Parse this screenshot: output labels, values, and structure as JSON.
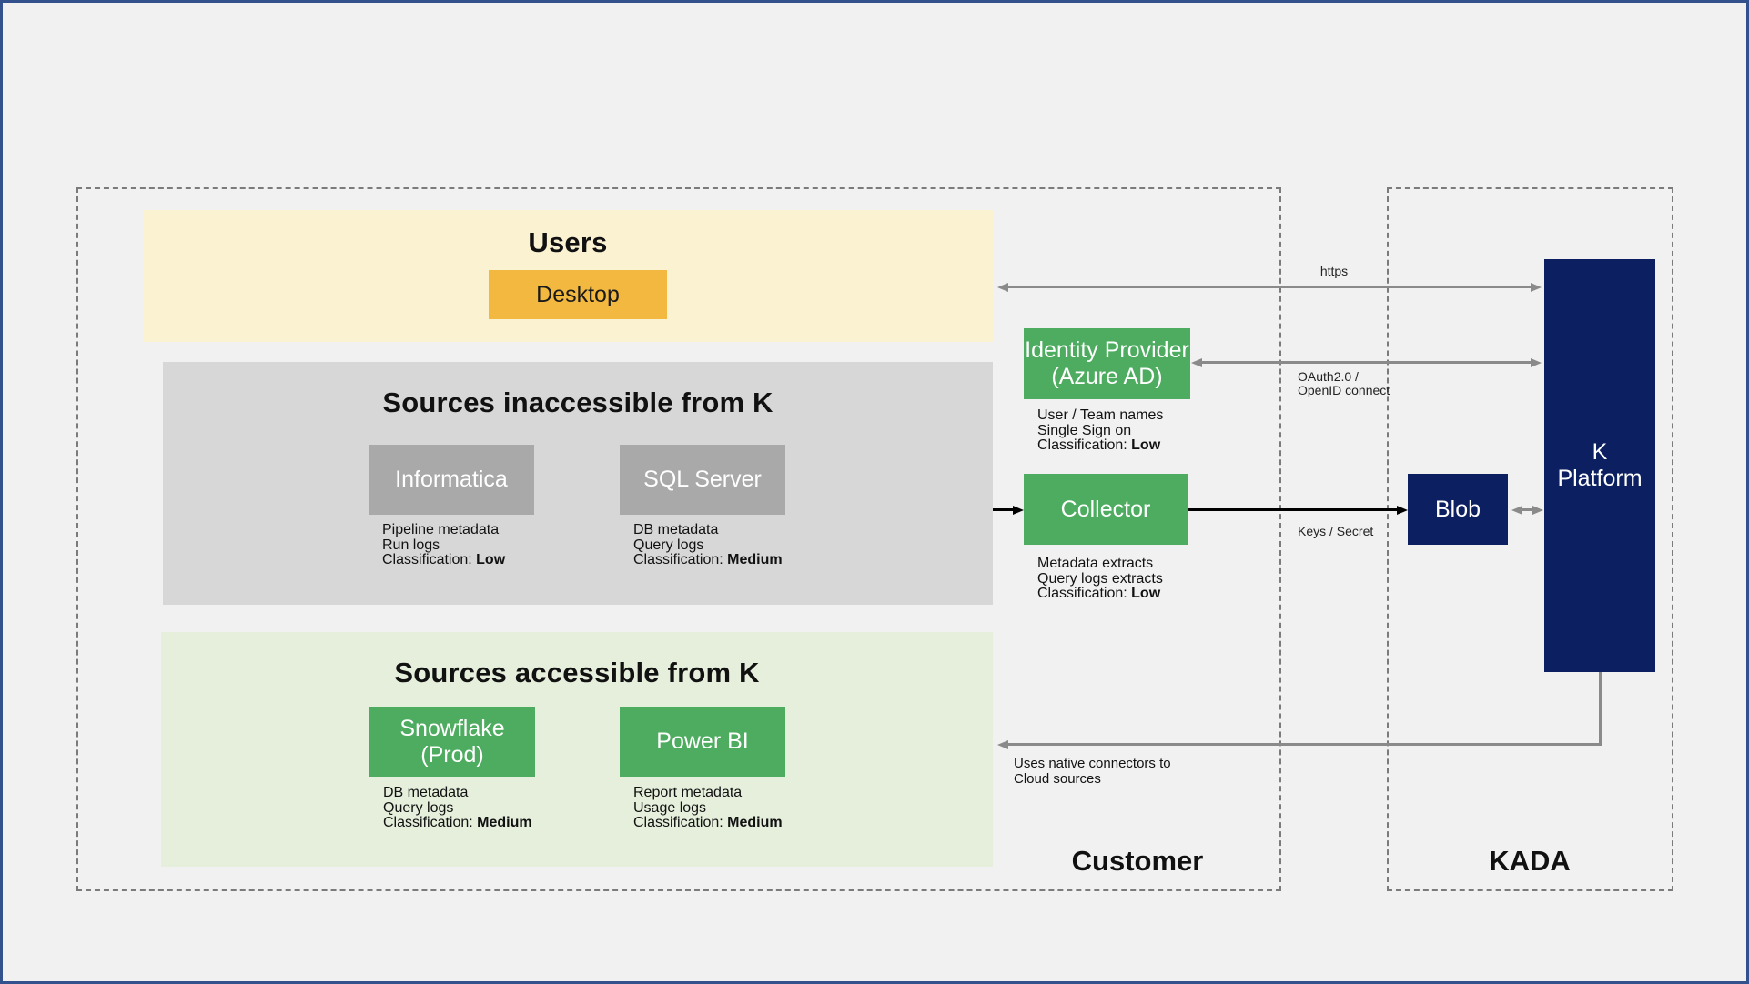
{
  "colors": {
    "canvas_bg": "#F1F1F1",
    "frame_blue": "#33518C",
    "users_band": "#FBF2D1",
    "desktop_orange": "#F2B83F",
    "gray_band": "#D7D7D7",
    "gray_box": "#A9A9A9",
    "green_band": "#E5EFDC",
    "green_box": "#4DAC5F",
    "navy_box": "#0C2061",
    "arrow_gray": "#8A8A8A",
    "arrow_black": "#000000",
    "dashed_border": "#7B7B7B"
  },
  "regions": {
    "customer": "Customer",
    "kada": "KADA"
  },
  "users": {
    "title": "Users",
    "desktop": "Desktop"
  },
  "inaccessible": {
    "title": "Sources inaccessible from K",
    "informatica": {
      "name": "Informatica",
      "line1": "Pipeline metadata",
      "line2": "Run logs",
      "class_label": "Classification: ",
      "class_value": "Low"
    },
    "sqlserver": {
      "name": "SQL Server",
      "line1": "DB metadata",
      "line2": "Query logs",
      "class_label": "Classification: ",
      "class_value": "Medium"
    }
  },
  "accessible": {
    "title": "Sources accessible from K",
    "snowflake": {
      "name_line1": "Snowflake",
      "name_line2": "(Prod)",
      "line1": "DB metadata",
      "line2": "Query logs",
      "class_label": "Classification: ",
      "class_value": "Medium"
    },
    "powerbi": {
      "name": "Power BI",
      "line1": "Report metadata",
      "line2": "Usage logs",
      "class_label": "Classification: ",
      "class_value": "Medium"
    }
  },
  "identity": {
    "name_line1": "Identity Provider",
    "name_line2": "(Azure AD)",
    "line1": "User / Team names",
    "line2": "Single Sign on",
    "class_label": "Classification: ",
    "class_value": "Low"
  },
  "collector": {
    "name": "Collector",
    "line1": "Metadata extracts",
    "line2": "Query logs extracts",
    "class_label": "Classification: ",
    "class_value": "Low"
  },
  "blob": {
    "name": "Blob"
  },
  "kplatform": {
    "name_line1": "K",
    "name_line2": "Platform"
  },
  "arrow_labels": {
    "https": "https",
    "oauth_line1": "OAuth2.0 /",
    "oauth_line2": "OpenID connect",
    "keys": "Keys / Secret",
    "native_line1": "Uses native connectors to",
    "native_line2": "Cloud sources"
  }
}
